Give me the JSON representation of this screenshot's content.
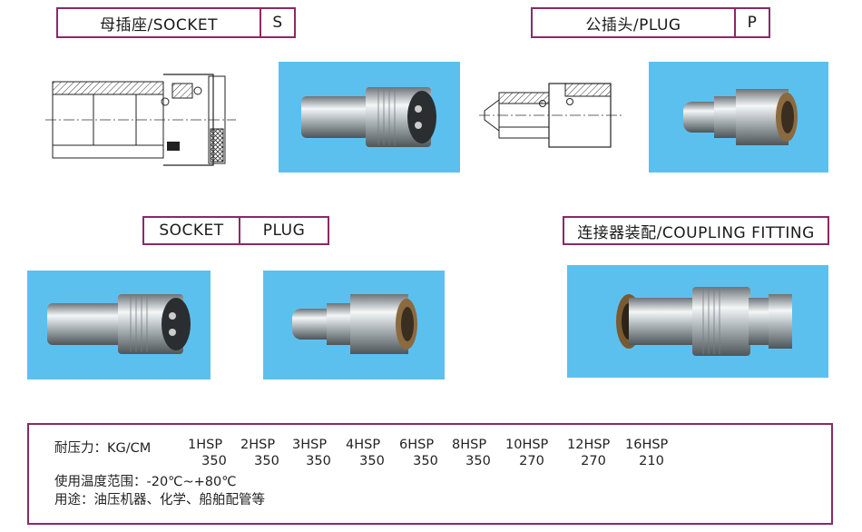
{
  "labels": {
    "socket": {
      "title": "母插座/SOCKET",
      "code": "S"
    },
    "plug": {
      "title": "公插头/PLUG",
      "code": "P"
    },
    "pair": {
      "socket": "SOCKET",
      "plug": "PLUG"
    },
    "coupling": {
      "title": "连接器装配/COUPLING FITTING"
    }
  },
  "specs": {
    "pressure_label": "耐压力：KG/CM",
    "models": [
      {
        "name": "1HSP",
        "value": "350"
      },
      {
        "name": "2HSP",
        "value": "350"
      },
      {
        "name": "3HSP",
        "value": "350"
      },
      {
        "name": "4HSP",
        "value": "350"
      },
      {
        "name": "6HSP",
        "value": "350"
      },
      {
        "name": "8HSP",
        "value": "350"
      },
      {
        "name": "10HSP",
        "value": "270"
      },
      {
        "name": "12HSP",
        "value": "270"
      },
      {
        "name": "16HSP",
        "value": "210"
      }
    ],
    "temperature": "使用温度范围：-20℃~+80℃",
    "usage": "用途：油压机器、化学、船舶配管等"
  },
  "colors": {
    "border": "#8a2a66",
    "photo_bg": "#5cc0ee"
  }
}
